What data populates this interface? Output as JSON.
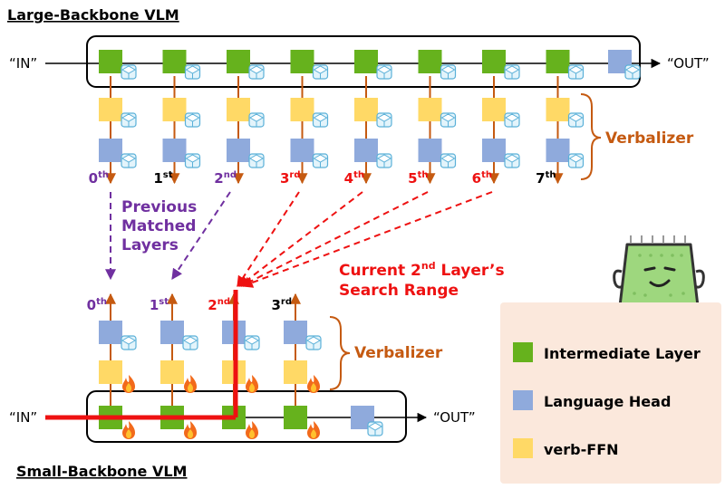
{
  "titles": {
    "large": "Large-Backbone VLM",
    "small": "Small-Backbone VLM"
  },
  "io": {
    "in": "“IN”",
    "out": "“OUT”"
  },
  "verbalizer": "Verbalizer",
  "large_layers": [
    {
      "n": "0",
      "sup": "th",
      "color": "purple"
    },
    {
      "n": "1",
      "sup": "st",
      "color": "black"
    },
    {
      "n": "2",
      "sup": "nd",
      "color": "purple"
    },
    {
      "n": "3",
      "sup": "rd",
      "color": "red"
    },
    {
      "n": "4",
      "sup": "th",
      "color": "red"
    },
    {
      "n": "5",
      "sup": "th",
      "color": "red"
    },
    {
      "n": "6",
      "sup": "th",
      "color": "red"
    },
    {
      "n": "7",
      "sup": "th",
      "color": "black"
    }
  ],
  "small_layers": [
    {
      "n": "0",
      "sup": "th",
      "color": "purple"
    },
    {
      "n": "1",
      "sup": "st",
      "color": "purple"
    },
    {
      "n": "2",
      "sup": "nd",
      "color": "red"
    },
    {
      "n": "3",
      "sup": "rd",
      "color": "black"
    }
  ],
  "annotations": {
    "previous": [
      "Previous",
      "Matched",
      "Layers"
    ],
    "search_line1_pre": "Current 2",
    "search_line1_sup": "nd",
    "search_line1_post": " Layer’s",
    "search_line2": "Search Range"
  },
  "legend": [
    {
      "label": "Intermediate Layer",
      "color": "#66b21d"
    },
    {
      "label": "Language Head",
      "color": "#8faadc"
    },
    {
      "label": "verb-FFN",
      "color": "#ffd966"
    }
  ],
  "colors": {
    "green": "#66b21d",
    "blue": "#8faadc",
    "yellow": "#ffd966",
    "orange": "#c55a11",
    "red": "#ee1111",
    "purple": "#7030a0",
    "legend_bg": "#fbe8dc",
    "chip": "#9ed77e"
  },
  "icons": {
    "frozen": "ice-cube-icon",
    "trainable": "flame-icon",
    "mascot": "chip-mascot-icon"
  }
}
